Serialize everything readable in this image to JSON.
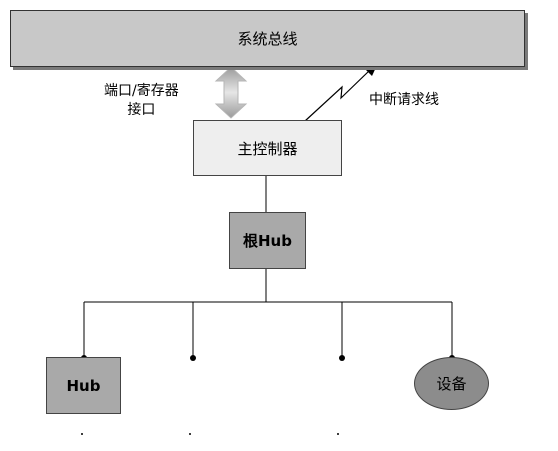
{
  "system_bus": {
    "label": "系统总线"
  },
  "port_register": {
    "line1": "端口/寄存器",
    "line2": "接口"
  },
  "interrupt": {
    "label": "中断请求线"
  },
  "controller": {
    "label": "主控制器"
  },
  "root_hub": {
    "label": "根Hub"
  },
  "hub": {
    "label": "Hub"
  },
  "device": {
    "label": "设备"
  }
}
